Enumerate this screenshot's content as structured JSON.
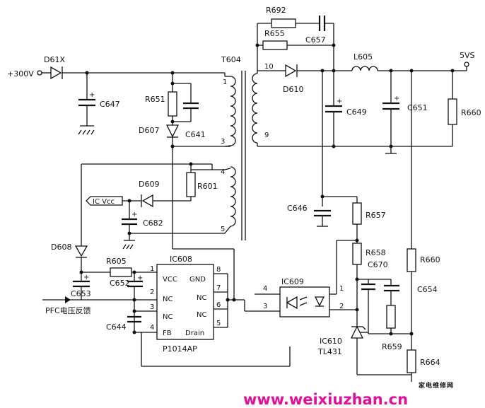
{
  "labels": {
    "d61x": "D61X",
    "v300": "+300V",
    "c647": "C647",
    "r651": "R651",
    "c641": "C641",
    "d607": "D607",
    "t604": "T604",
    "r692": "R692",
    "r655": "R655",
    "c657": "C657",
    "l605": "L605",
    "vs5": "5VS",
    "d610": "D610",
    "c649": "C649",
    "c651": "C651",
    "r660a": "R660",
    "r601": "R601",
    "d609": "D609",
    "icvcc": "IC Vcc",
    "c682": "C682",
    "c646": "C646",
    "r657": "R657",
    "d608": "D608",
    "r605": "R605",
    "c652": "C652",
    "c653": "C653",
    "pfc": "PFC电压反馈",
    "c644": "C644",
    "ic608": "IC608",
    "p1014ap": "P1014AP",
    "r658": "R658",
    "c670": "C670",
    "r660b": "R660",
    "c654": "C654",
    "ic609": "IC609",
    "ic610": "IC610",
    "tl431": "TL431",
    "r659": "R659",
    "r664": "R664"
  },
  "transformer_pins": [
    "1",
    "3",
    "4",
    "5",
    "10",
    "9"
  ],
  "ic608": {
    "left_pins": [
      {
        "num": "1",
        "name": "VCC"
      },
      {
        "num": "2",
        "name": "NC"
      },
      {
        "num": "3",
        "name": "NC"
      },
      {
        "num": "4",
        "name": "FB"
      }
    ],
    "right_pins": [
      {
        "num": "8",
        "name": "GND"
      },
      {
        "num": "7",
        "name": "NC"
      },
      {
        "num": "6",
        "name": "NC"
      },
      {
        "num": "5",
        "name": "Drain"
      }
    ]
  },
  "ic609_pins": [
    "4",
    "3",
    "1",
    "2"
  ],
  "polarity_mark": "+",
  "watermark": {
    "url": "www.weixiuzhan.cn",
    "logo": "家电维修网",
    "logo_colors": [
      "#e03030",
      "#f08000",
      "#20a020",
      "#2060e0",
      "#c020c0"
    ],
    "color": "#e0109a"
  }
}
